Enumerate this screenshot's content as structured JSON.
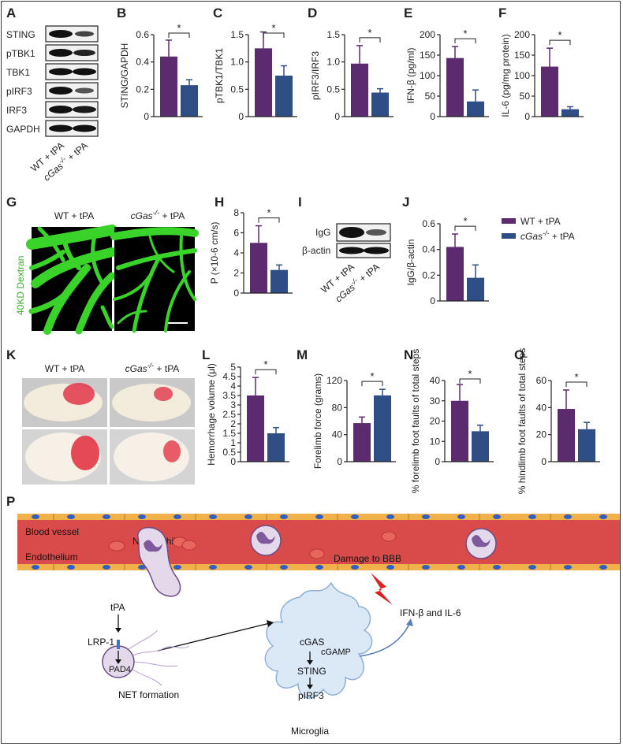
{
  "colors": {
    "wt": "#5c2a6e",
    "ko": "#2f4e85",
    "dextran": "#39d32a",
    "vessel": "#d94b4b",
    "arrow_blue": "#5a7fc0",
    "bolt": "#e02020"
  },
  "panels": {
    "A": "A",
    "B": "B",
    "C": "C",
    "D": "D",
    "E": "E",
    "F": "F",
    "G": "G",
    "H": "H",
    "I": "I",
    "J": "J",
    "K": "K",
    "L": "L",
    "M": "M",
    "N": "N",
    "O": "O",
    "P": "P"
  },
  "blotA": {
    "rows": [
      "STING",
      "pTBK1",
      "TBK1",
      "pIRF3",
      "IRF3",
      "GAPDH"
    ],
    "lanes": [
      "WT + tPA",
      "cGas",
      "-/-",
      " + tPA"
    ]
  },
  "blotI": {
    "rows": [
      "IgG",
      "β-actin"
    ],
    "lanes": [
      "WT + tPA",
      "cGas",
      "-/-",
      " + tPA"
    ]
  },
  "panelG": {
    "wt_title": "WT + tPA",
    "ko_title_pre": "cGas",
    "ko_title_sup": "-/-",
    "ko_title_post": " + tPA",
    "stain": "40KD Dextran"
  },
  "panelK": {
    "wt_title": "WT + tPA",
    "ko_title_pre": "cGas",
    "ko_title_sup": "-/-",
    "ko_title_post": " + tPA"
  },
  "legend": {
    "wt": "WT + tPA",
    "ko_pre": "cGas",
    "ko_sup": "-/-",
    "ko_post": " + tPA"
  },
  "chart_data": [
    {
      "panel": "B",
      "type": "bar",
      "ylabel": "STING/GAPDH",
      "ticks": [
        "0",
        "0.2",
        "0.4",
        "0.6"
      ],
      "ylim": [
        0,
        0.6
      ],
      "values": [
        0.44,
        0.23
      ],
      "errors": [
        0.12,
        0.04
      ],
      "sig": "*"
    },
    {
      "panel": "C",
      "type": "bar",
      "ylabel": "pTBK1/TBK1",
      "ticks": [
        "0",
        "0.5",
        "1.0",
        "1.5"
      ],
      "ylim": [
        0,
        1.5
      ],
      "values": [
        1.25,
        0.75
      ],
      "errors": [
        0.3,
        0.18
      ],
      "sig": "*"
    },
    {
      "panel": "D",
      "type": "bar",
      "ylabel": "pIRF3/IRF3",
      "ticks": [
        "0",
        "0.5",
        "1.0",
        "1.5"
      ],
      "ylim": [
        0,
        1.5
      ],
      "values": [
        0.97,
        0.44
      ],
      "errors": [
        0.33,
        0.07
      ],
      "sig": "*"
    },
    {
      "panel": "E",
      "type": "bar",
      "ylabel": "IFN-β (pg/ml)",
      "ticks": [
        "0",
        "50",
        "100",
        "150",
        "200"
      ],
      "ylim": [
        0,
        200
      ],
      "values": [
        143,
        37
      ],
      "errors": [
        28,
        28
      ],
      "sig": "*"
    },
    {
      "panel": "F",
      "type": "bar",
      "ylabel": "IL-6 (pg/mg protein)",
      "ticks": [
        "0",
        "50",
        "100",
        "150",
        "200"
      ],
      "ylim": [
        0,
        200
      ],
      "values": [
        122,
        18
      ],
      "errors": [
        45,
        6
      ],
      "sig": "*"
    },
    {
      "panel": "H",
      "type": "bar",
      "ylabel": "P (×10-6 cm/s)",
      "ticks": [
        "0",
        "2",
        "4",
        "6",
        "8"
      ],
      "ylim": [
        0,
        8
      ],
      "values": [
        5.0,
        2.3
      ],
      "errors": [
        1.7,
        0.5
      ],
      "sig": "*"
    },
    {
      "panel": "J",
      "type": "bar",
      "ylabel": "IgG/β-actin",
      "ticks": [
        "0",
        "0.2",
        "0.4",
        "0.6"
      ],
      "ylim": [
        0,
        0.6
      ],
      "values": [
        0.42,
        0.18
      ],
      "errors": [
        0.1,
        0.1
      ],
      "sig": "*"
    },
    {
      "panel": "L",
      "type": "bar",
      "ylabel": "Hemorrhage volume (μl)",
      "ticks": [
        "0",
        "0.5",
        "1",
        "1.5",
        "2",
        "2.5",
        "3",
        "3.5",
        "4",
        "4.5",
        "5"
      ],
      "ylim": [
        0,
        5
      ],
      "values": [
        3.5,
        1.5
      ],
      "errors": [
        0.95,
        0.3
      ],
      "sig": "*"
    },
    {
      "panel": "M",
      "type": "bar",
      "ylabel": "Forelimb force (grams)",
      "ticks": [
        "0",
        "40",
        "80",
        "120"
      ],
      "ylim": [
        0,
        120
      ],
      "values": [
        57,
        98
      ],
      "errors": [
        9,
        9
      ],
      "sig": "*"
    },
    {
      "panel": "N",
      "type": "bar",
      "ylabel": "% forelimb foot faults of total steps",
      "ticks": [
        "0",
        "10",
        "20",
        "30",
        "40"
      ],
      "ylim": [
        0,
        40
      ],
      "values": [
        30,
        15
      ],
      "errors": [
        8,
        3
      ],
      "sig": "*"
    },
    {
      "panel": "O",
      "type": "bar",
      "ylabel": "% hindlimb foot faults of total steps",
      "ticks": [
        "0",
        "20",
        "40",
        "60"
      ],
      "ylim": [
        0,
        60
      ],
      "values": [
        39,
        24
      ],
      "errors": [
        14,
        5
      ],
      "sig": "*"
    }
  ],
  "schematic": {
    "blood_vessel": "Blood vessel",
    "neutrophil": "Neutrophil",
    "endothelium": "Endothelium",
    "damage": "Damage to BBB",
    "cytokines": "IFN-β and IL-6",
    "tpa": "tPA",
    "lrp1": "LRP-1",
    "pad4": "PAD4",
    "net": "NET formation",
    "cgas": "cGAS",
    "cgamp": "cGAMP",
    "sting": "STING",
    "pirf3": "pIRF3",
    "microglia": "Microglia"
  }
}
